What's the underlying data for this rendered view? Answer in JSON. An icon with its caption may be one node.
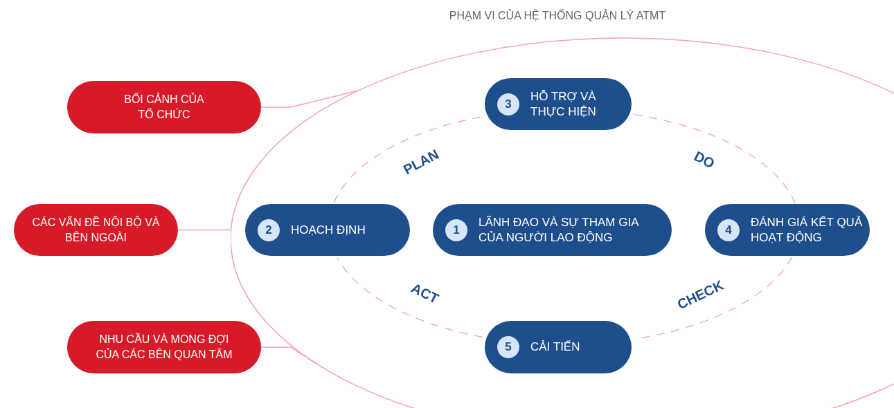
{
  "diagram": {
    "nodes": [
      {
        "text": [
          "PHẠM VI CỦA HỆ THỐNG QUẢN LÝ ATMT"
        ]
      },
      {
        "text": [
          "BỐI CẢNH CỦA TỔ CHỨC"
        ]
      },
      {
        "text": [
          "3",
          "HỖ TRỢ VÀ THỰC HIỆN"
        ],
        "in": 0
      },
      {
        "text": [
          "CÁC VẤN ĐỀ NỘI BỘ VÀ BÊN NGOÀI"
        ]
      },
      {
        "text": [
          "2",
          "HOẠCH ĐỊNH"
        ],
        "in": 0
      },
      {
        "text": [
          "1",
          "LÃNH ĐẠO VÀ SỰ THAM GIA CỦA NGƯỜI LAO ĐỘNG"
        ],
        "in": 0
      },
      {
        "text": [
          "4",
          "ĐÁNH GIÁ KẾT QUẢ HOẠT ĐỘNG"
        ],
        "in": 0
      },
      {
        "text": [
          "NHU CẦU VÀ MONG ĐỢI CỦA CÁC BÊN QUAN TÂM"
        ]
      },
      {
        "text": [
          "5",
          "CẢI TIẾN"
        ],
        "in": 0
      }
    ],
    "edges": [
      {
        "from": 1,
        "to": 0,
        "arrow": "none"
      },
      {
        "from": 3,
        "to": 0,
        "arrow": "none"
      },
      {
        "from": 7,
        "to": 0,
        "arrow": "none"
      },
      {
        "from": 4,
        "to": 2,
        "arrow": "none",
        "label": "PLAN",
        "style": "dashed"
      },
      {
        "from": 2,
        "to": 6,
        "arrow": "none",
        "label": "DO",
        "style": "dashed"
      },
      {
        "from": 6,
        "to": 8,
        "arrow": "none",
        "label": "CHECK",
        "style": "dashed"
      },
      {
        "from": 8,
        "to": 4,
        "arrow": "none",
        "label": "ACT",
        "style": "dashed"
      }
    ]
  }
}
